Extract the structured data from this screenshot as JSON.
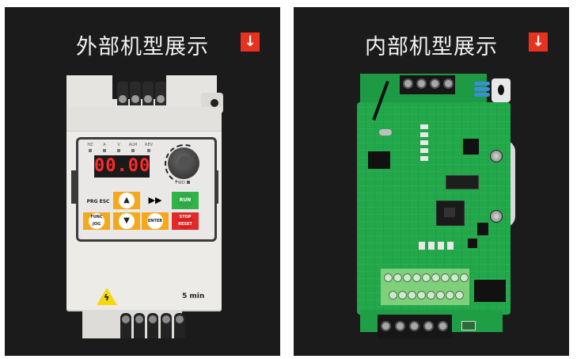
{
  "panels": [
    {
      "title": "外部机型展示",
      "badge_icon": "arrow-down-icon",
      "badge_glyph": "↓",
      "badge_color": "#e8321e",
      "device": {
        "indicators": [
          "HZ",
          "A",
          "V",
          "ALM",
          "REV"
        ],
        "display_value": "00.00",
        "fwd_label": "FWD",
        "keys": {
          "prg_esc": "PRG ESC",
          "up": "▲",
          "forward": "▶▶",
          "run": "RUN",
          "func_jog": "FUNC JOG",
          "down": "▼",
          "enter": "ENTER",
          "stop_reset": "STOP RESET"
        },
        "warning_glyph": "ϟ",
        "warning_text": "5 min"
      }
    },
    {
      "title": "内部机型展示",
      "badge_icon": "arrow-down-icon",
      "badge_glyph": "↓",
      "badge_color": "#e8321e"
    }
  ],
  "colors": {
    "panel_bg": "#1b1b1b",
    "title_text": "#f2f2f2",
    "display_red": "#ff2a2a",
    "key_orange": "#f4a81c",
    "key_green": "#31b54a",
    "key_red": "#e22a2a",
    "pcb_green": "#22a84a"
  }
}
